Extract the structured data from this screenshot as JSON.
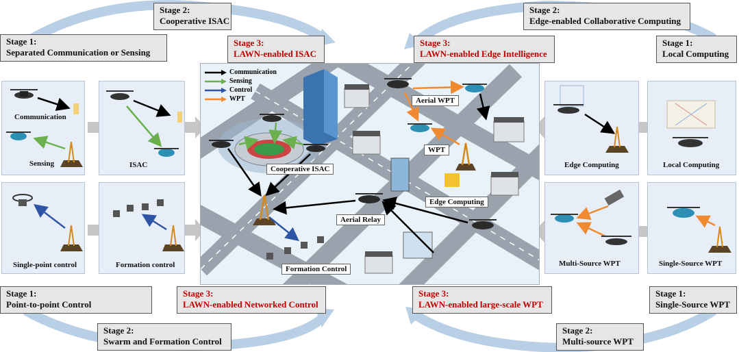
{
  "stages": {
    "tl_stage1": {
      "line1": "Stage 1:",
      "line2": "Separated Communication or Sensing"
    },
    "tl_stage2": {
      "line1": "Stage 2:",
      "line2": "Cooperative ISAC"
    },
    "tl_stage3": {
      "line1": "Stage 3:",
      "line2": "LAWN-enabled ISAC"
    },
    "tr_stage2": {
      "line1": "Stage 2:",
      "line2": "Edge-enabled Collaborative Computing"
    },
    "tr_stage3": {
      "line1": "Stage 3:",
      "line2": "LAWN-enabled Edge Intelligence"
    },
    "tr_stage1": {
      "line1": "Stage 1:",
      "line2": "Local Computing"
    },
    "bl_stage1": {
      "line1": "Stage 1:",
      "line2": "Point-to-point Control"
    },
    "bl_stage3": {
      "line1": "Stage 3:",
      "line2": "LAWN-enabled Networked Control"
    },
    "bl_stage2": {
      "line1": "Stage 2:",
      "line2": "Swarm and Formation Control"
    },
    "br_stage3": {
      "line1": "Stage 3:",
      "line2": "LAWN-enabled large-scale WPT"
    },
    "br_stage1": {
      "line1": "Stage 1:",
      "line2": "Single-Source WPT"
    },
    "br_stage2": {
      "line1": "Stage 2:",
      "line2": "Multi-source WPT"
    }
  },
  "panels": {
    "p1": {
      "label_a": "Communication",
      "label_b": "Sensing"
    },
    "p2": {
      "label": "ISAC"
    },
    "p3": {
      "label": "Single-point control"
    },
    "p4": {
      "label": "Formation control"
    },
    "p5": {
      "label": "Edge Computing"
    },
    "p6": {
      "label": "Local Computing"
    },
    "p7": {
      "label": "Multi-Source WPT"
    },
    "p8": {
      "label": "Single-Source WPT"
    }
  },
  "legend": [
    {
      "label": "Communication",
      "color": "#000000"
    },
    {
      "label": "Sensing",
      "color": "#6ab04c"
    },
    {
      "label": "Control",
      "color": "#2e55a5"
    },
    {
      "label": "WPT",
      "color": "#f08a30"
    }
  ],
  "center_tags": {
    "cooperative_isac": "Cooperative ISAC",
    "aerial_relay": "Aerial Relay",
    "formation_control": "Formation Control",
    "edge_computing": "Edge Computing",
    "aerial_wpt": "Aerial WPT",
    "wpt": "WPT"
  },
  "colors": {
    "red_title": "#c00000",
    "panel_bg": "#e7eef7",
    "ring": "#b9cfe6",
    "road": "#9aa3ad"
  }
}
